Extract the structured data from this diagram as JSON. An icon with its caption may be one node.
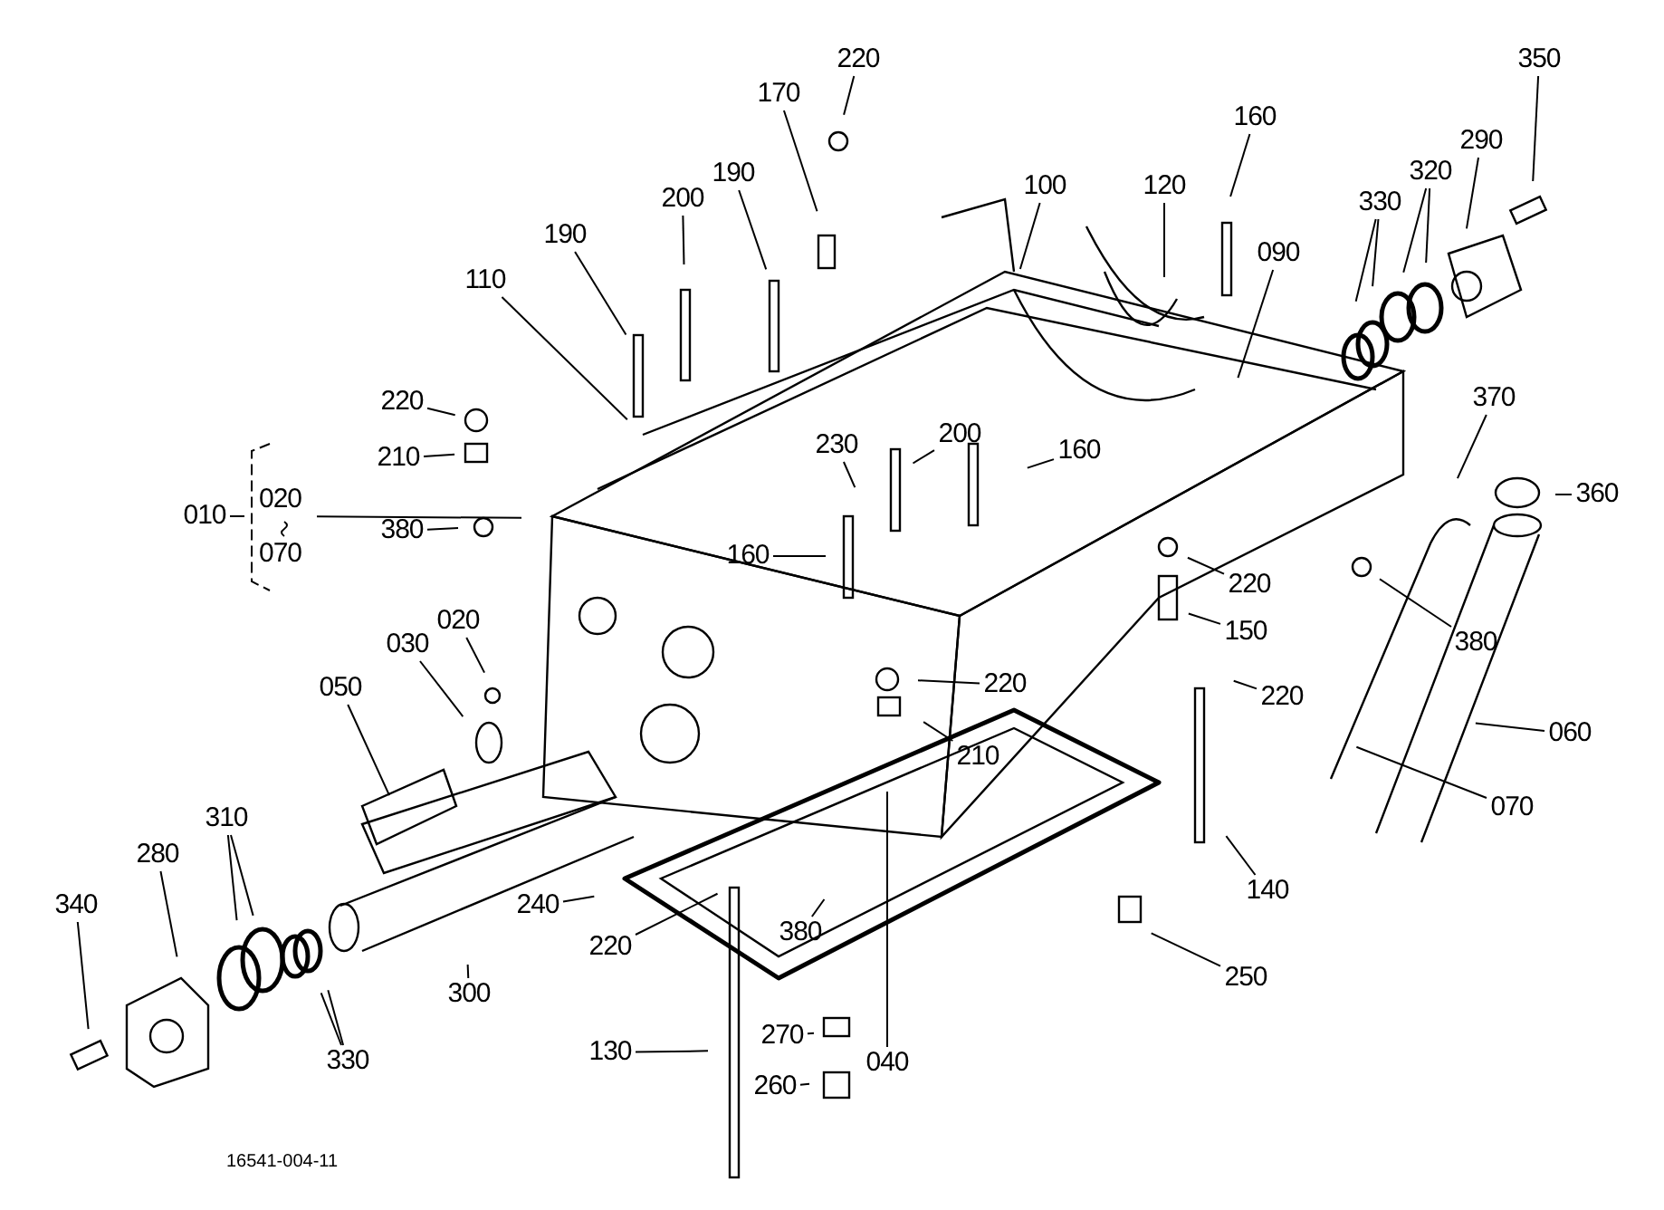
{
  "diagram": {
    "nodes": [
      {
        "text": [
          "220"
        ]
      },
      {
        "text": [
          "170"
        ]
      },
      {
        "text": [
          "190"
        ]
      },
      {
        "text": [
          "200"
        ]
      },
      {
        "text": [
          "190"
        ]
      },
      {
        "text": [
          "110"
        ]
      },
      {
        "text": [
          "100"
        ]
      },
      {
        "text": [
          "120"
        ]
      },
      {
        "text": [
          "160"
        ]
      },
      {
        "text": [
          "090"
        ]
      },
      {
        "text": [
          "330"
        ]
      },
      {
        "text": [
          "320"
        ]
      },
      {
        "text": [
          "290"
        ]
      },
      {
        "text": [
          "350"
        ]
      },
      {
        "text": [
          "220"
        ]
      },
      {
        "text": [
          "210"
        ]
      },
      {
        "text": [
          "010"
        ]
      },
      {
        "text": [
          "020",
          "070"
        ]
      },
      {
        "text": [
          "380"
        ]
      },
      {
        "text": [
          "230"
        ]
      },
      {
        "text": [
          "200"
        ]
      },
      {
        "text": [
          "160"
        ]
      },
      {
        "text": [
          "160"
        ]
      },
      {
        "text": [
          "220"
        ]
      },
      {
        "text": [
          "150"
        ]
      },
      {
        "text": [
          "380"
        ]
      },
      {
        "text": [
          "370"
        ]
      },
      {
        "text": [
          "360"
        ]
      },
      {
        "text": [
          "020"
        ]
      },
      {
        "text": [
          "030"
        ]
      },
      {
        "text": [
          "050"
        ]
      },
      {
        "text": [
          "220"
        ]
      },
      {
        "text": [
          "220"
        ]
      },
      {
        "text": [
          "210"
        ]
      },
      {
        "text": [
          "060"
        ]
      },
      {
        "text": [
          "070"
        ]
      },
      {
        "text": [
          "140"
        ]
      },
      {
        "text": [
          "240"
        ]
      },
      {
        "text": [
          "220"
        ]
      },
      {
        "text": [
          "380"
        ]
      },
      {
        "text": [
          "250"
        ]
      },
      {
        "text": [
          "300"
        ]
      },
      {
        "text": [
          "310"
        ]
      },
      {
        "text": [
          "280"
        ]
      },
      {
        "text": [
          "340"
        ]
      },
      {
        "text": [
          "330"
        ]
      },
      {
        "text": [
          "130"
        ]
      },
      {
        "text": [
          "270"
        ]
      },
      {
        "text": [
          "040"
        ]
      },
      {
        "text": [
          "260"
        ]
      }
    ],
    "edges": [
      {
        "from": 0,
        "to": null,
        "arrow": "none"
      },
      {
        "from": 1,
        "to": null,
        "arrow": "none"
      },
      {
        "from": 2,
        "to": null,
        "arrow": "none"
      },
      {
        "from": 3,
        "to": null,
        "arrow": "none"
      },
      {
        "from": 4,
        "to": null,
        "arrow": "none"
      },
      {
        "from": 5,
        "to": null,
        "arrow": "none"
      },
      {
        "from": 6,
        "to": null,
        "arrow": "none"
      },
      {
        "from": 7,
        "to": null,
        "arrow": "none"
      },
      {
        "from": 8,
        "to": null,
        "arrow": "none"
      },
      {
        "from": 9,
        "to": null,
        "arrow": "none"
      },
      {
        "from": 10,
        "to": null,
        "arrow": "none"
      },
      {
        "from": 10,
        "to": null,
        "arrow": "none"
      },
      {
        "from": 11,
        "to": null,
        "arrow": "none"
      },
      {
        "from": 11,
        "to": null,
        "arrow": "none"
      },
      {
        "from": 12,
        "to": null,
        "arrow": "none"
      },
      {
        "from": 13,
        "to": null,
        "arrow": "none"
      },
      {
        "from": 14,
        "to": null,
        "arrow": "none"
      },
      {
        "from": 15,
        "to": null,
        "arrow": "none"
      },
      {
        "from": 16,
        "to": 17,
        "arrow": "none"
      },
      {
        "from": 17,
        "to": null,
        "arrow": "none"
      },
      {
        "from": 18,
        "to": null,
        "arrow": "none"
      },
      {
        "from": 19,
        "to": null,
        "arrow": "none"
      },
      {
        "from": 20,
        "to": null,
        "arrow": "none"
      },
      {
        "from": 21,
        "to": null,
        "arrow": "none"
      },
      {
        "from": 22,
        "to": null,
        "arrow": "none"
      },
      {
        "from": 23,
        "to": null,
        "arrow": "none"
      },
      {
        "from": 24,
        "to": null,
        "arrow": "none"
      },
      {
        "from": 25,
        "to": null,
        "arrow": "none"
      },
      {
        "from": 26,
        "to": null,
        "arrow": "none"
      },
      {
        "from": 27,
        "to": null,
        "arrow": "none"
      },
      {
        "from": 28,
        "to": null,
        "arrow": "none"
      },
      {
        "from": 29,
        "to": null,
        "arrow": "none"
      },
      {
        "from": 30,
        "to": null,
        "arrow": "none"
      },
      {
        "from": 31,
        "to": null,
        "arrow": "none"
      },
      {
        "from": 32,
        "to": null,
        "arrow": "none"
      },
      {
        "from": 33,
        "to": null,
        "arrow": "none"
      },
      {
        "from": 34,
        "to": null,
        "arrow": "none"
      },
      {
        "from": 35,
        "to": null,
        "arrow": "none"
      },
      {
        "from": 36,
        "to": null,
        "arrow": "none"
      },
      {
        "from": 37,
        "to": null,
        "arrow": "none"
      },
      {
        "from": 38,
        "to": null,
        "arrow": "none"
      },
      {
        "from": 39,
        "to": null,
        "arrow": "none"
      },
      {
        "from": 40,
        "to": null,
        "arrow": "none"
      },
      {
        "from": 41,
        "to": null,
        "arrow": "none"
      },
      {
        "from": 42,
        "to": null,
        "arrow": "none"
      },
      {
        "from": 42,
        "to": null,
        "arrow": "none"
      },
      {
        "from": 43,
        "to": null,
        "arrow": "none"
      },
      {
        "from": 44,
        "to": null,
        "arrow": "none"
      },
      {
        "from": 45,
        "to": null,
        "arrow": "none"
      },
      {
        "from": 45,
        "to": null,
        "arrow": "none"
      },
      {
        "from": 46,
        "to": null,
        "arrow": "none"
      },
      {
        "from": 47,
        "to": null,
        "arrow": "none"
      },
      {
        "from": 48,
        "to": null,
        "arrow": "none"
      },
      {
        "from": 49,
        "to": null,
        "arrow": "none"
      }
    ],
    "labels": [
      "16541-004-11"
    ]
  }
}
